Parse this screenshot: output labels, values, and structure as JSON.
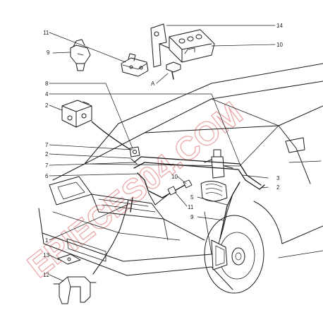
{
  "callouts": {
    "n1": "1",
    "n2a": "2",
    "n2b": "2",
    "n2c": "2",
    "n3": "3",
    "n4": "4",
    "n5": "5",
    "n6": "6",
    "n7a": "7",
    "n7b": "7",
    "n8": "8",
    "n9a": "9",
    "n9b": "9",
    "n10a": "10",
    "n10b": "10",
    "n11a": "11",
    "n11b": "11",
    "n12": "12",
    "n13": "13",
    "n14": "14",
    "nA": "A"
  },
  "watermark": "EPIECES04.COM",
  "colors": {
    "ink": "#1a1a1a",
    "watermark": "#e79a9a",
    "background": "#ffffff"
  }
}
